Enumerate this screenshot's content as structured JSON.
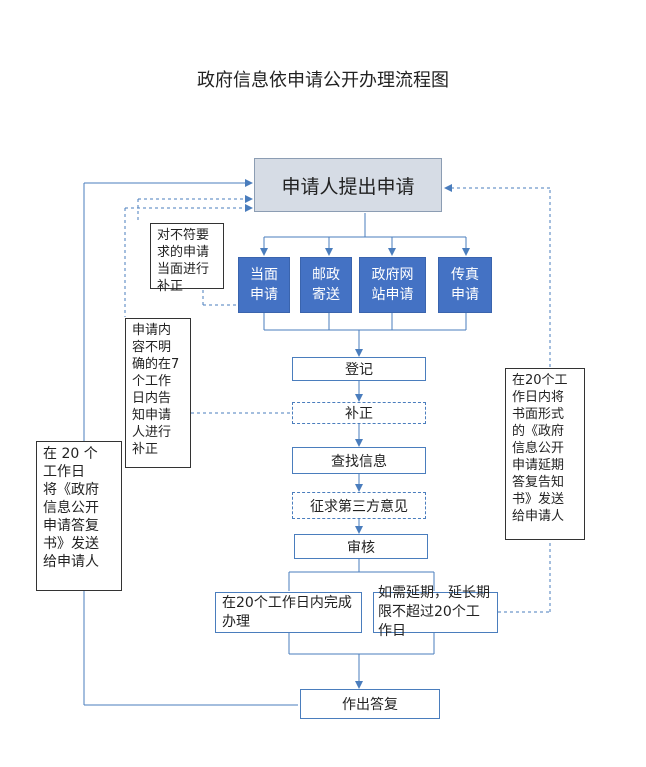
{
  "title": "政府信息依申请公开办理流程图",
  "start": "申请人提出申请",
  "channels": [
    "当面\n申请",
    "邮政\n寄送",
    "政府网\n站申请",
    "传真\n申请"
  ],
  "steps": {
    "register": "登记",
    "correct": "补正",
    "search": "查找信息",
    "third_party": "征求第三方意见",
    "review": "审核",
    "complete": "在20个工作日内完成办理",
    "extend": "如需延期，延长期限不超过20个工作日",
    "reply": "作出答复"
  },
  "notes": {
    "in_person": "对不符要\n求的申请\n当面进行\n补正",
    "unclear": "申请内\n容不明\n确的在7\n个工作\n日内告\n知申请\n人进行\n补正",
    "left_reply": "在 20 个\n工作日\n将《政府\n信息公开\n申请答复\n书》发送\n给申请人",
    "right_reply": "在20个工\n作日内将\n书面形式\n的《政府\n信息公开\n申请延期\n答复告知\n书》发送\n给申请人"
  },
  "colors": {
    "line": "#4a7dbd",
    "channel": "#4472c4",
    "start_fill": "#d6dce5"
  }
}
